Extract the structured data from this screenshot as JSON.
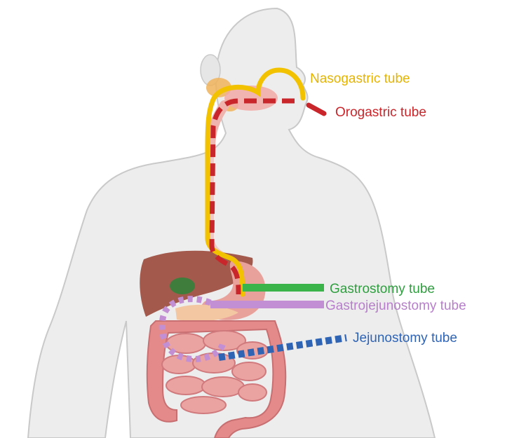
{
  "labels": {
    "nasogastric": "Nasogastric tube",
    "orogastric": "Orogastric tube",
    "gastrostomy": "Gastrostomy tube",
    "gastrojejunostomy": "Gastrojejunostomy tube",
    "jejunostomy": "Jejunostomy tube"
  },
  "colors": {
    "nasogastric": "#f2c200",
    "orogastric": "#c8262b",
    "gastrostomy": "#3bb54a",
    "gastrojejunostomy": "#c38fd4",
    "jejunostomy": "#2f64b5",
    "body_fill": "#ededed",
    "body_outline": "#c9c9c9",
    "liver": "#a35a4d",
    "gallbladder": "#3f7d3d",
    "stomach": "#e9a29b",
    "intestine": "#e48a8a",
    "pancreas": "#f4c7a3",
    "salivary": "#f0b35c"
  }
}
